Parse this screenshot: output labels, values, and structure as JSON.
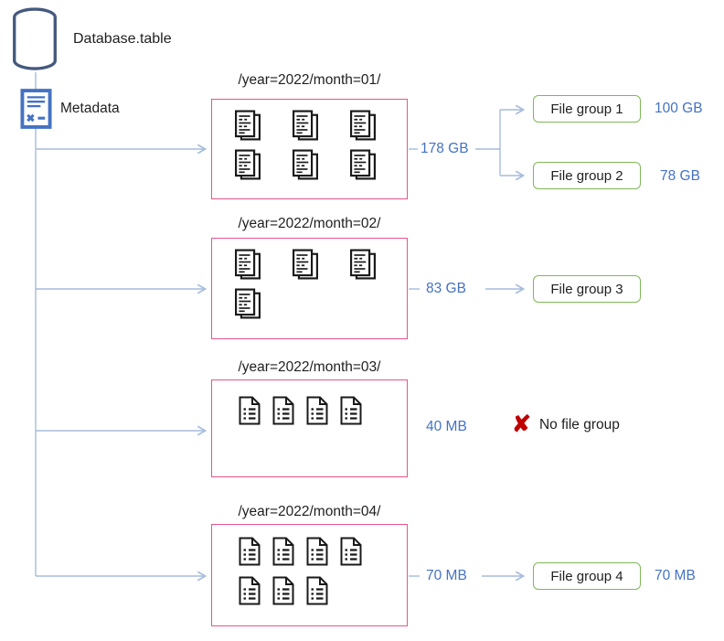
{
  "source": {
    "label": "Database.table",
    "icon": "database-cylinder-icon"
  },
  "metadata": {
    "label": "Metadata",
    "icon": "metadata-document-icon"
  },
  "partitions": [
    {
      "title": "/year=2022/month=01/",
      "total_size": "178 GB",
      "file_icon": "stacked-documents-icon",
      "file_icon_count": 6,
      "file_groups": [
        {
          "label": "File group 1",
          "size": "100 GB"
        },
        {
          "label": "File group 2",
          "size": "78 GB"
        }
      ]
    },
    {
      "title": "/year=2022/month=02/",
      "total_size": "83 GB",
      "file_icon": "stacked-documents-icon",
      "file_icon_count": 4,
      "file_groups": [
        {
          "label": "File group 3"
        }
      ]
    },
    {
      "title": "/year=2022/month=03/",
      "total_size": "40 MB",
      "file_icon": "single-document-icon",
      "file_icon_count": 4,
      "file_groups": [],
      "no_file_group": {
        "label": "No file group",
        "icon": "red-x-icon",
        "glyph": "✘"
      }
    },
    {
      "title": "/year=2022/month=04/",
      "total_size": "70 MB",
      "file_icon": "single-document-icon",
      "file_icon_count": 7,
      "file_groups": [
        {
          "label": "File group 4",
          "size": "70 MB"
        }
      ]
    }
  ],
  "colors": {
    "partition_border": "#E8548C",
    "file_group_border": "#7FB757",
    "size_text": "#4472C4",
    "connector_line": "#A6BCDC",
    "database_icon": "#45597F",
    "metadata_icon": "#4472C4",
    "no_group_x": "#C00000",
    "document_icon": "#1a1a1a"
  }
}
